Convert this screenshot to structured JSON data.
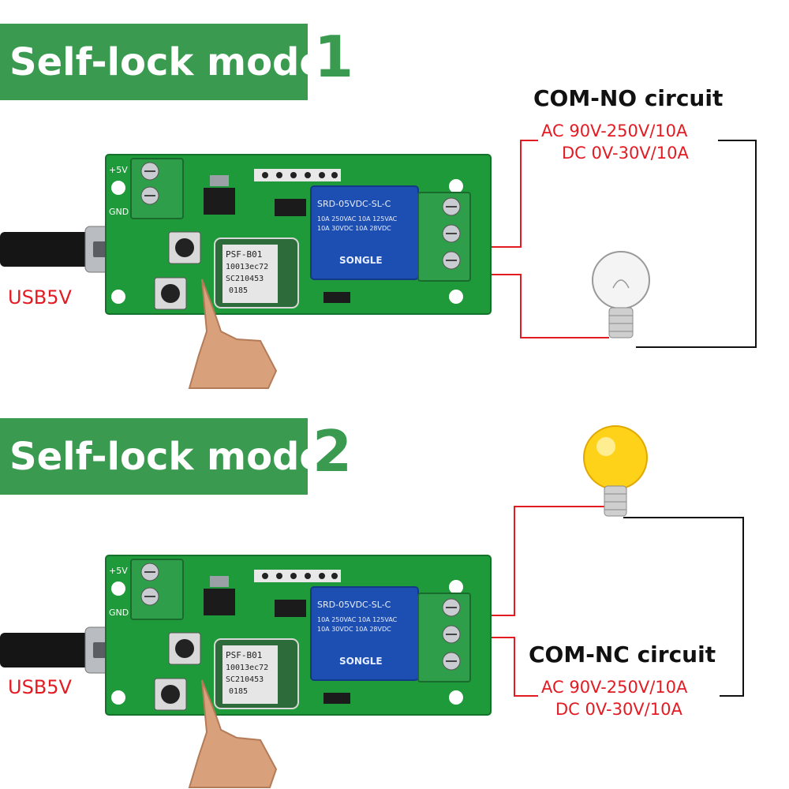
{
  "panels": [
    {
      "mode_label": "Self-lock mode",
      "mode_number": "1",
      "circuit_title": "COM-NO circuit",
      "spec_ac": "AC 90V-250V/10A",
      "spec_dc": "DC 0V-30V/10A",
      "usb_label": "USB5V",
      "bulb_state": "off"
    },
    {
      "mode_label": "Self-lock mode",
      "mode_number": "2",
      "circuit_title": "COM-NC circuit",
      "spec_ac": "AC 90V-250V/10A",
      "spec_dc": "DC 0V-30V/10A",
      "usb_label": "USB5V",
      "bulb_state": "on"
    }
  ],
  "board": {
    "pin_5v": "+5V",
    "pin_gnd": "GND",
    "relay_model": "SRD-05VDC-SL-C",
    "relay_rating_1": "10A 250VAC  10A 125VAC",
    "relay_rating_2": "10A 30VDC  10A 28VDC",
    "relay_brand": "SONGLE",
    "module_line_1": "PSF-B01",
    "module_line_2": "10013ec72",
    "module_line_3": "SC210453",
    "module_line_4": "0185"
  },
  "colors": {
    "banner_green": "#3a9a4f",
    "pcb_green": "#1f9a3a",
    "wire_red": "#e31b23",
    "wire_black": "#111111",
    "relay_blue": "#1d4fb3",
    "bulb_on": "#ffd21a"
  }
}
